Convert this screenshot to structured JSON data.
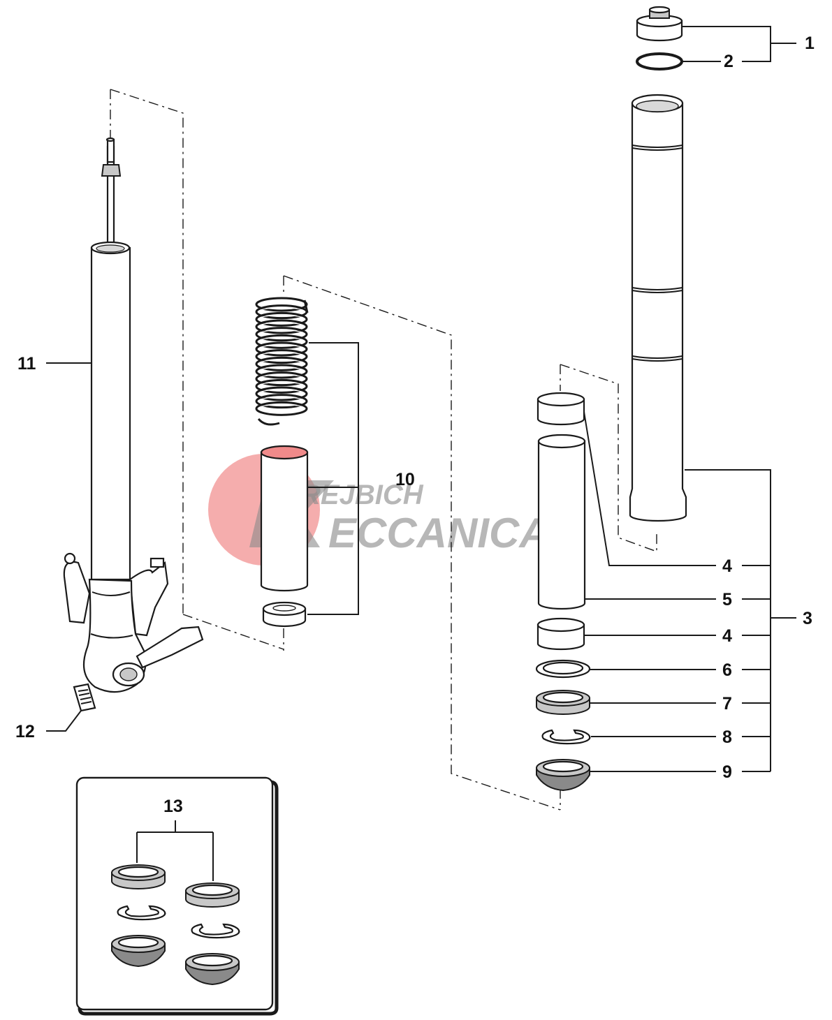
{
  "watermark": {
    "line1": "REJBICH",
    "line2": "ECCANICA",
    "circle_color": "#e84a4a"
  },
  "callouts": {
    "c1": "1",
    "c2": "2",
    "c3": "3",
    "c4a": "4",
    "c4b": "4",
    "c5": "5",
    "c6": "6",
    "c7": "7",
    "c8": "8",
    "c9": "9",
    "c10": "10",
    "c11": "11",
    "c12": "12",
    "c13": "13"
  },
  "parts": [
    {
      "name": "cap-plug-icon",
      "callout": "1"
    },
    {
      "name": "o-ring-icon",
      "callout": "2"
    },
    {
      "name": "bushing-icon",
      "callout": "4"
    },
    {
      "name": "spacer-tube-icon",
      "callout": "5"
    },
    {
      "name": "washer-icon",
      "callout": "6"
    },
    {
      "name": "oil-seal-icon",
      "callout": "7"
    },
    {
      "name": "snap-ring-icon",
      "callout": "8"
    },
    {
      "name": "dust-seal-icon",
      "callout": "9"
    },
    {
      "name": "spring-icon",
      "callout": "10"
    },
    {
      "name": "fork-leg-icon",
      "callout": "11"
    },
    {
      "name": "label-sticker-icon",
      "callout": "12"
    },
    {
      "name": "seal-kit-icon",
      "callout": "13"
    }
  ]
}
